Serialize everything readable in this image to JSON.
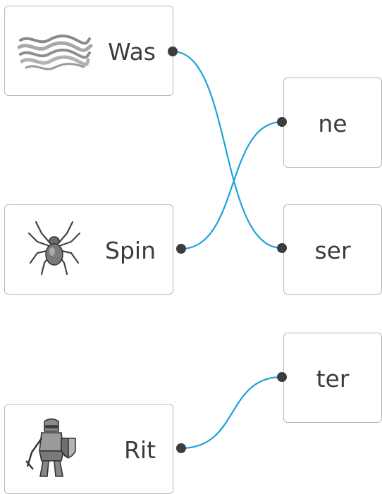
{
  "left_words": [
    "Was",
    "Spin",
    "Rit"
  ],
  "right_syllables": [
    "ne",
    "ser",
    "ter"
  ],
  "pictures": [
    "water-waves-icon",
    "spider-icon",
    "knight-icon"
  ],
  "connections": [
    {
      "from": "Was",
      "to": "ser"
    },
    {
      "from": "Spin",
      "to": "ne"
    },
    {
      "from": "Rit",
      "to": "ter"
    }
  ],
  "colors": {
    "line": "#1aa3dc",
    "dot": "#3d3d3d",
    "card_border": "#b9b9b9",
    "text": "#3c3c3c"
  }
}
